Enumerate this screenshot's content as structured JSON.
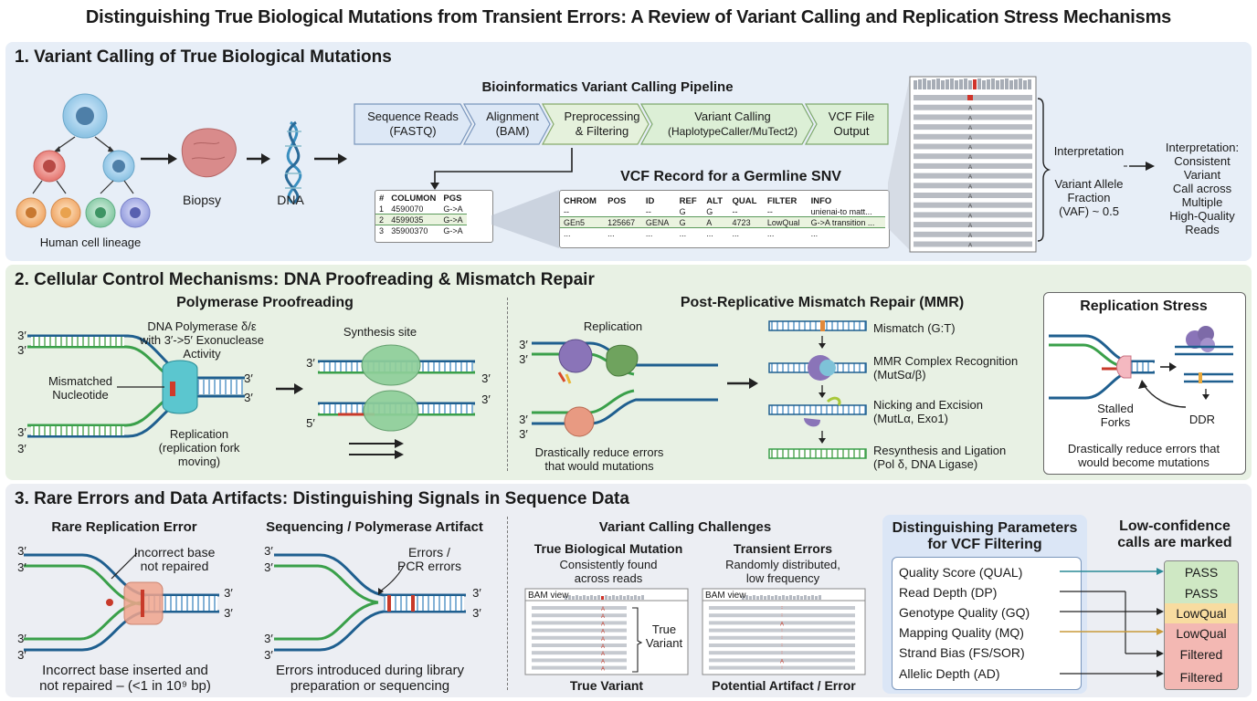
{
  "title": "Distinguishing True Biological Mutations from Transient Errors: A Review of Variant Calling and Replication Stress Mechanisms",
  "section1": {
    "title": "1. Variant Calling of True Biological Mutations",
    "lineage_label": "Human cell lineage",
    "biopsy_label": "Biopsy",
    "dna_label": "DNA",
    "pipeline_title": "Bioinformatics Variant Calling Pipeline",
    "pipeline": [
      {
        "line1": "Sequence Reads",
        "line2": "(FASTQ)"
      },
      {
        "line1": "Alignment",
        "line2": "(BAM)"
      },
      {
        "line1": "Preprocessing",
        "line2": "& Filtering"
      },
      {
        "line1": "Variant Calling",
        "line2": "(HaplotypeCaller/MuTect2)"
      },
      {
        "line1": "VCF File",
        "line2": "Output"
      }
    ],
    "small_table": {
      "headers": [
        "#",
        "COLUMON",
        "PGS"
      ],
      "rows": [
        [
          "1",
          "4590070",
          "G->A"
        ],
        [
          "2",
          "4599035",
          "G->A"
        ],
        [
          "3",
          "35900370",
          "G->A"
        ]
      ]
    },
    "vcf_title": "VCF Record for a Germline SNV",
    "vcf": {
      "headers": [
        "CHROM",
        "POS",
        "ID",
        "REF",
        "ALT",
        "QUAL",
        "FILTER",
        "INFO"
      ],
      "rows": [
        [
          "--",
          "",
          "--",
          "G",
          "G",
          "--",
          "--",
          "unienai-to matt..."
        ],
        [
          "GEn5",
          "125667",
          "GENA",
          "G",
          "A",
          "4723",
          "LowQual",
          "G->A transition ..."
        ],
        [
          "...",
          "...",
          "...",
          "...",
          "...",
          "...",
          "...",
          "..."
        ]
      ]
    },
    "read_letter": "A",
    "interpretation_label": "Interpretation",
    "vaf_line1": "Variant Allele",
    "vaf_line2": "Fraction",
    "vaf_line3": "(VAF) ~ 0.5",
    "interp_line1": "Interpretation:",
    "interp_line2": "Consistent Variant",
    "interp_line3": "Call across Multiple",
    "interp_line4": "High-Quality Reads"
  },
  "section2": {
    "title": "2. Cellular Control Mechanisms: DNA Proofreading & Mismatch Repair",
    "proof_title": "Polymerase Proofreading",
    "polymerase_line1": "DNA Polymerase δ/ε",
    "polymerase_line2": "with 3′->5′ Exonuclease",
    "polymerase_line3": "Activity",
    "mismatch_line1": "Mismatched",
    "mismatch_line2": "Nucleotide",
    "replication_line1": "Replication",
    "replication_line2": "(replication fork",
    "replication_line3": "moving)",
    "synthesis_label": "Synthesis site",
    "strand_3p": "3′",
    "strand_5p": "5′",
    "mmr_title": "Post-Replicative Mismatch Repair (MMR)",
    "mmr_replication": "Replication",
    "mmr_reduce_line1": "Drastically reduce errors",
    "mmr_reduce_line2": "that would mutations",
    "mmr_steps": [
      {
        "line1": "Mismatch (G:T)",
        "line2": ""
      },
      {
        "line1": "MMR Complex Recognition",
        "line2": "(MutSα/β)"
      },
      {
        "line1": "Nicking and Excision",
        "line2": "(MutLα, Exo1)"
      },
      {
        "line1": "Resynthesis and Ligation",
        "line2": "(Pol δ, DNA Ligase)"
      }
    ],
    "stress_title": "Replication Stress",
    "stalled_line1": "Stalled",
    "stalled_line2": "Forks",
    "ddr_label": "DDR",
    "stress_reduce_line1": "Drastically reduce errors that",
    "stress_reduce_line2": "would become mutations"
  },
  "section3": {
    "title": "3. Rare Errors and Data Artifacts: Distinguishing Signals in Sequence Data",
    "rare_title": "Rare Replication Error",
    "rare_callout_line1": "Incorrect base",
    "rare_callout_line2": "not repaired",
    "rare_caption_line1": "Incorrect base inserted and",
    "rare_caption_line2": "not repaired – (<1 in 10⁹ bp)",
    "artifact_title": "Sequencing / Polymerase Artifact",
    "artifact_callout_line1": "Errors /",
    "artifact_callout_line2": "PCR errors",
    "artifact_caption_line1": "Errors introduced during  library",
    "artifact_caption_line2": "preparation or sequencing",
    "challenges_title": "Variant Calling Challenges",
    "true_title": "True Biological Mutation",
    "true_sub_line1": "Consistently found",
    "true_sub_line2": "across reads",
    "bam_view": "BAM view",
    "true_variant_line1": "True",
    "true_variant_line2": "Variant",
    "true_caption": "True Variant",
    "transient_title": "Transient Errors",
    "transient_sub_line1": "Randomly distributed,",
    "transient_sub_line2": "low frequency",
    "artifact_bam_caption": "Potential Artifact / Error",
    "params_title_line1": "Distinguishing Parameters",
    "params_title_line2": "for VCF Filtering",
    "params": [
      "Quality Score (QUAL)",
      "Read Depth (DP)",
      "Genotype Quality (GQ)",
      "Mapping Quality (MQ)",
      "Strand Bias (FS/SOR)",
      "Allelic Depth (AD)"
    ],
    "low_conf_line1": "Low-confidence",
    "low_conf_line2": "calls are marked",
    "calls": [
      "PASS",
      "PASS",
      "LowQual",
      "LowQual",
      "Filtered",
      "Filtered"
    ],
    "call_colors": {
      "pass": "#cfe8c4",
      "lowqual": "#f8dca0",
      "filtered": "#f3b8b3"
    }
  }
}
